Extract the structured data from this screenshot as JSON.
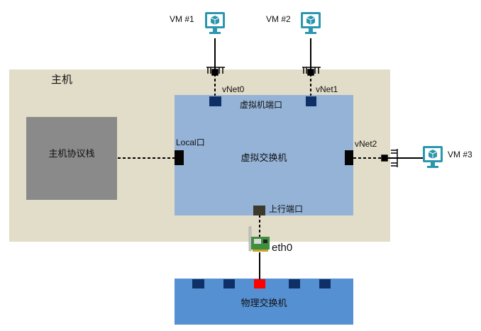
{
  "host": {
    "title": "主机"
  },
  "host_stack": {
    "label": "主机协议栈"
  },
  "virtual_switch": {
    "label": "虚拟交换机",
    "vm_port_label": "虚拟机端口",
    "local_port_label": "Local口",
    "uplink_port_label": "上行端口",
    "vnet0_label": "vNet0",
    "vnet1_label": "vNet1",
    "vnet2_label": "vNet2"
  },
  "vms": [
    {
      "label": "VM #1",
      "icon": "vm-monitor-icon"
    },
    {
      "label": "VM #2",
      "icon": "vm-monitor-icon"
    },
    {
      "label": "VM #3",
      "icon": "vm-monitor-icon"
    }
  ],
  "nic": {
    "label": "eth0",
    "icon": "network-card-icon"
  },
  "physical_switch": {
    "label": "物理交换机",
    "port_count": 5,
    "active_port_index": 2
  },
  "colors": {
    "host_bg": "#e2ddc8",
    "stack_bg": "#8a8a8a",
    "vswitch_bg": "#94b3d7",
    "pswitch_bg": "#5590d2",
    "vm_icon": "#2b96ae",
    "port_navy": "#0f3067",
    "port_active": "#ff0000"
  }
}
